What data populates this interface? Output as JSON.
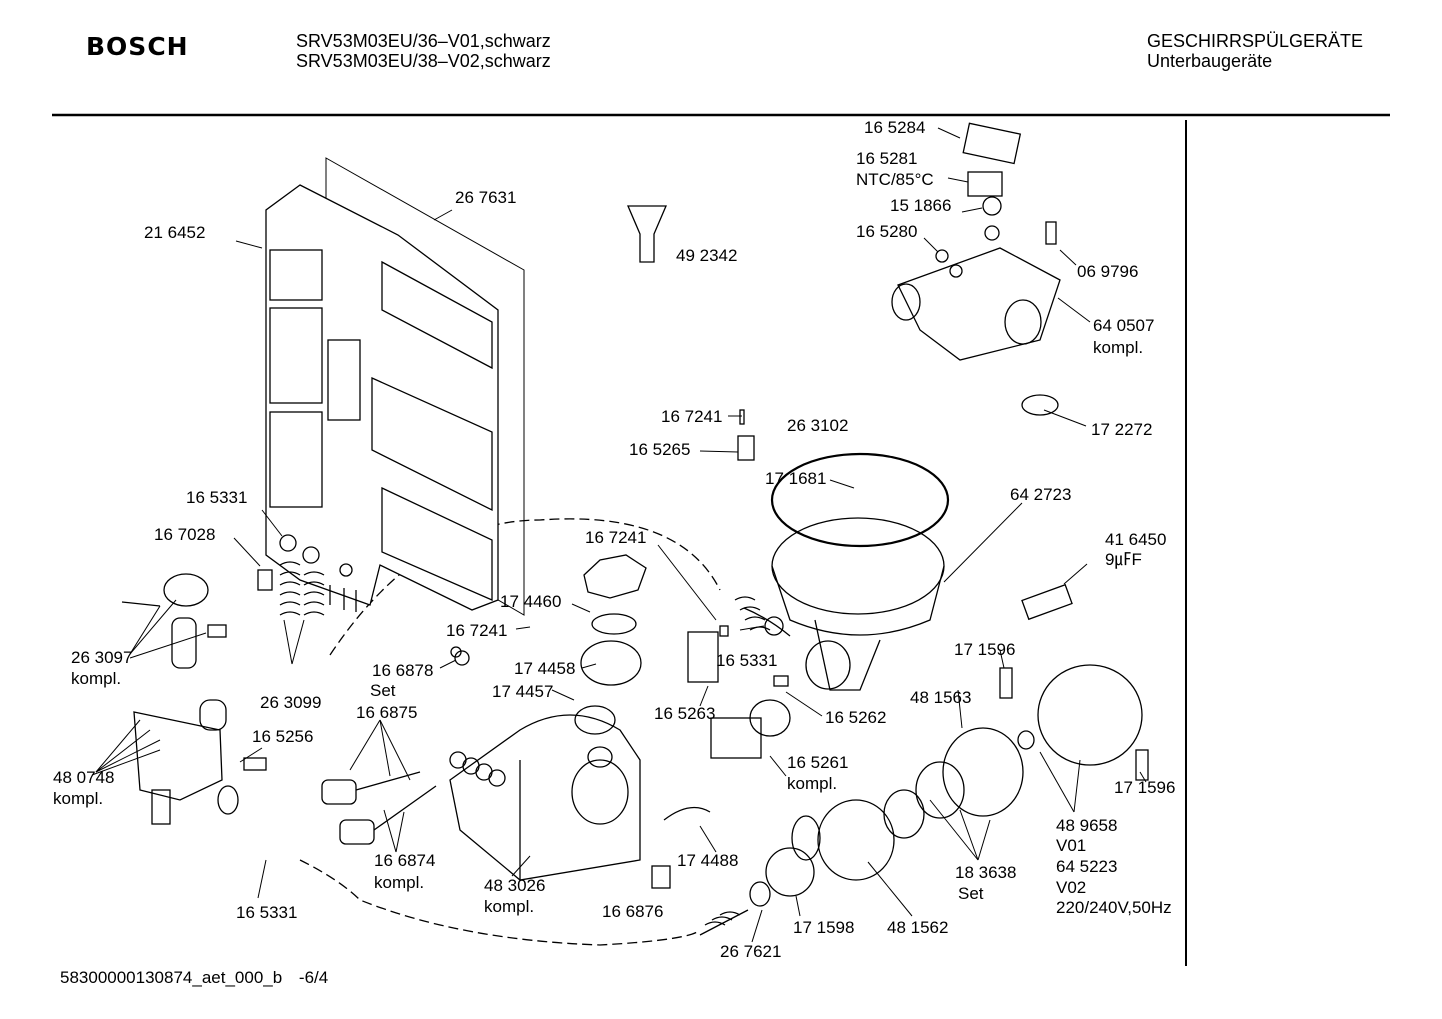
{
  "header": {
    "brand": "BOSCH",
    "models": [
      "SRV53M03EU/36–V01,schwarz",
      "SRV53M03EU/38–V02,schwarz"
    ],
    "category": "GESCHIRRSPÜLGERÄTE",
    "subcategory": "Unterbaugeräte"
  },
  "footer": {
    "doc_id": "58300000130874_aet_000_b",
    "page": "-6/4"
  },
  "labels": {
    "p165284": "16 5284",
    "p165281": "16 5281",
    "ntc": "NTC/85°C",
    "p151866": "15 1866",
    "p165280": "16 5280",
    "p069796": "06 9796",
    "p640507": "64 0507",
    "p640507_note": "kompl.",
    "p172272": "17 2272",
    "p267631": "26 7631",
    "p216452": "21 6452",
    "p492342": "49 2342",
    "p167241_a": "16 7241",
    "p165265": "16 5265",
    "p263102": "26 3102",
    "p171681": "17 1681",
    "p642723": "64 2723",
    "p416450": "41 6450",
    "cap": "9㎌F",
    "p165331_a": "16 5331",
    "p167028": "16 7028",
    "p167241_b": "16 7241",
    "p174460": "17 4460",
    "p167241_c": "16 7241",
    "p165331_b": "16 5331",
    "p263097": "26 3097",
    "p263097_note": "kompl.",
    "p166878": "16 6878",
    "p166878_note": "Set",
    "p174458": "17 4458",
    "p263099": "26 3099",
    "p166875": "16 6875",
    "p174457": "17 4457",
    "p165263": "16 5263",
    "p165262": "16 5262",
    "p171596_a": "17 1596",
    "p481563": "48 1563",
    "p165256": "16 5256",
    "p165261": "16 5261",
    "p165261_note": "kompl.",
    "p480748": "48  0748",
    "p480748_note": "kompl.",
    "p171596_b": "17 1596",
    "p489658": "48 9658",
    "v01": "V01",
    "p645223": "64 5223",
    "v02": "V02",
    "voltage": "220/240V,50Hz",
    "p174488": "17 4488",
    "p166874": "16 6874",
    "p166874_note": "kompl.",
    "p183638": "18 3638",
    "p183638_note": "Set",
    "p483026": "48 3026",
    "p483026_note": "kompl.",
    "p165331_c": "16 5331",
    "p166876": "16 6876",
    "p171598": "17 1598",
    "p481562": "48 1562",
    "p267621": "26 7621"
  }
}
